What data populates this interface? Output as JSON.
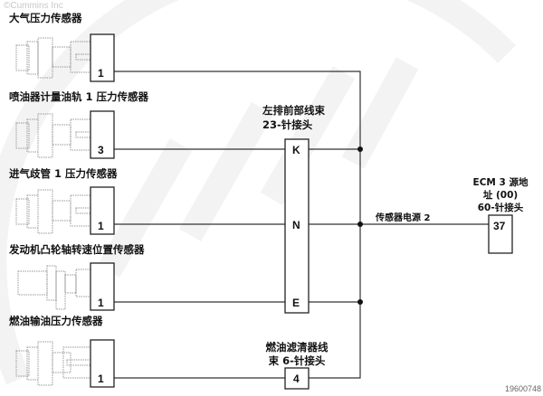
{
  "copyright": "©Cummins Inc",
  "watermark": "Cummins",
  "figure_id": "19600748",
  "sensors": [
    {
      "name": "大气压力传感器",
      "pin": "1"
    },
    {
      "name": "喷油器计量油轨 1 压力传感器",
      "pin": "3"
    },
    {
      "name": "进气歧管 1 压力传感器",
      "pin": "1"
    },
    {
      "name": "发动机凸轮轴转速位置传感器",
      "pin": "1"
    },
    {
      "name": "燃油输油压力传感器",
      "pin": "1"
    }
  ],
  "harness_connector": {
    "line1": "左排前部线束",
    "line2": "23-针接头",
    "pins": [
      "K",
      "N",
      "E"
    ]
  },
  "fuel_filter_connector": {
    "line1": "燃油滤清器线",
    "line2": "束 6-针接头",
    "pin": "4"
  },
  "ecm": {
    "line1": "ECM 3 源地",
    "line2": "址 (00)",
    "line3": "60-针接头",
    "pin": "37"
  },
  "circuit_label": "传感器电源 2"
}
